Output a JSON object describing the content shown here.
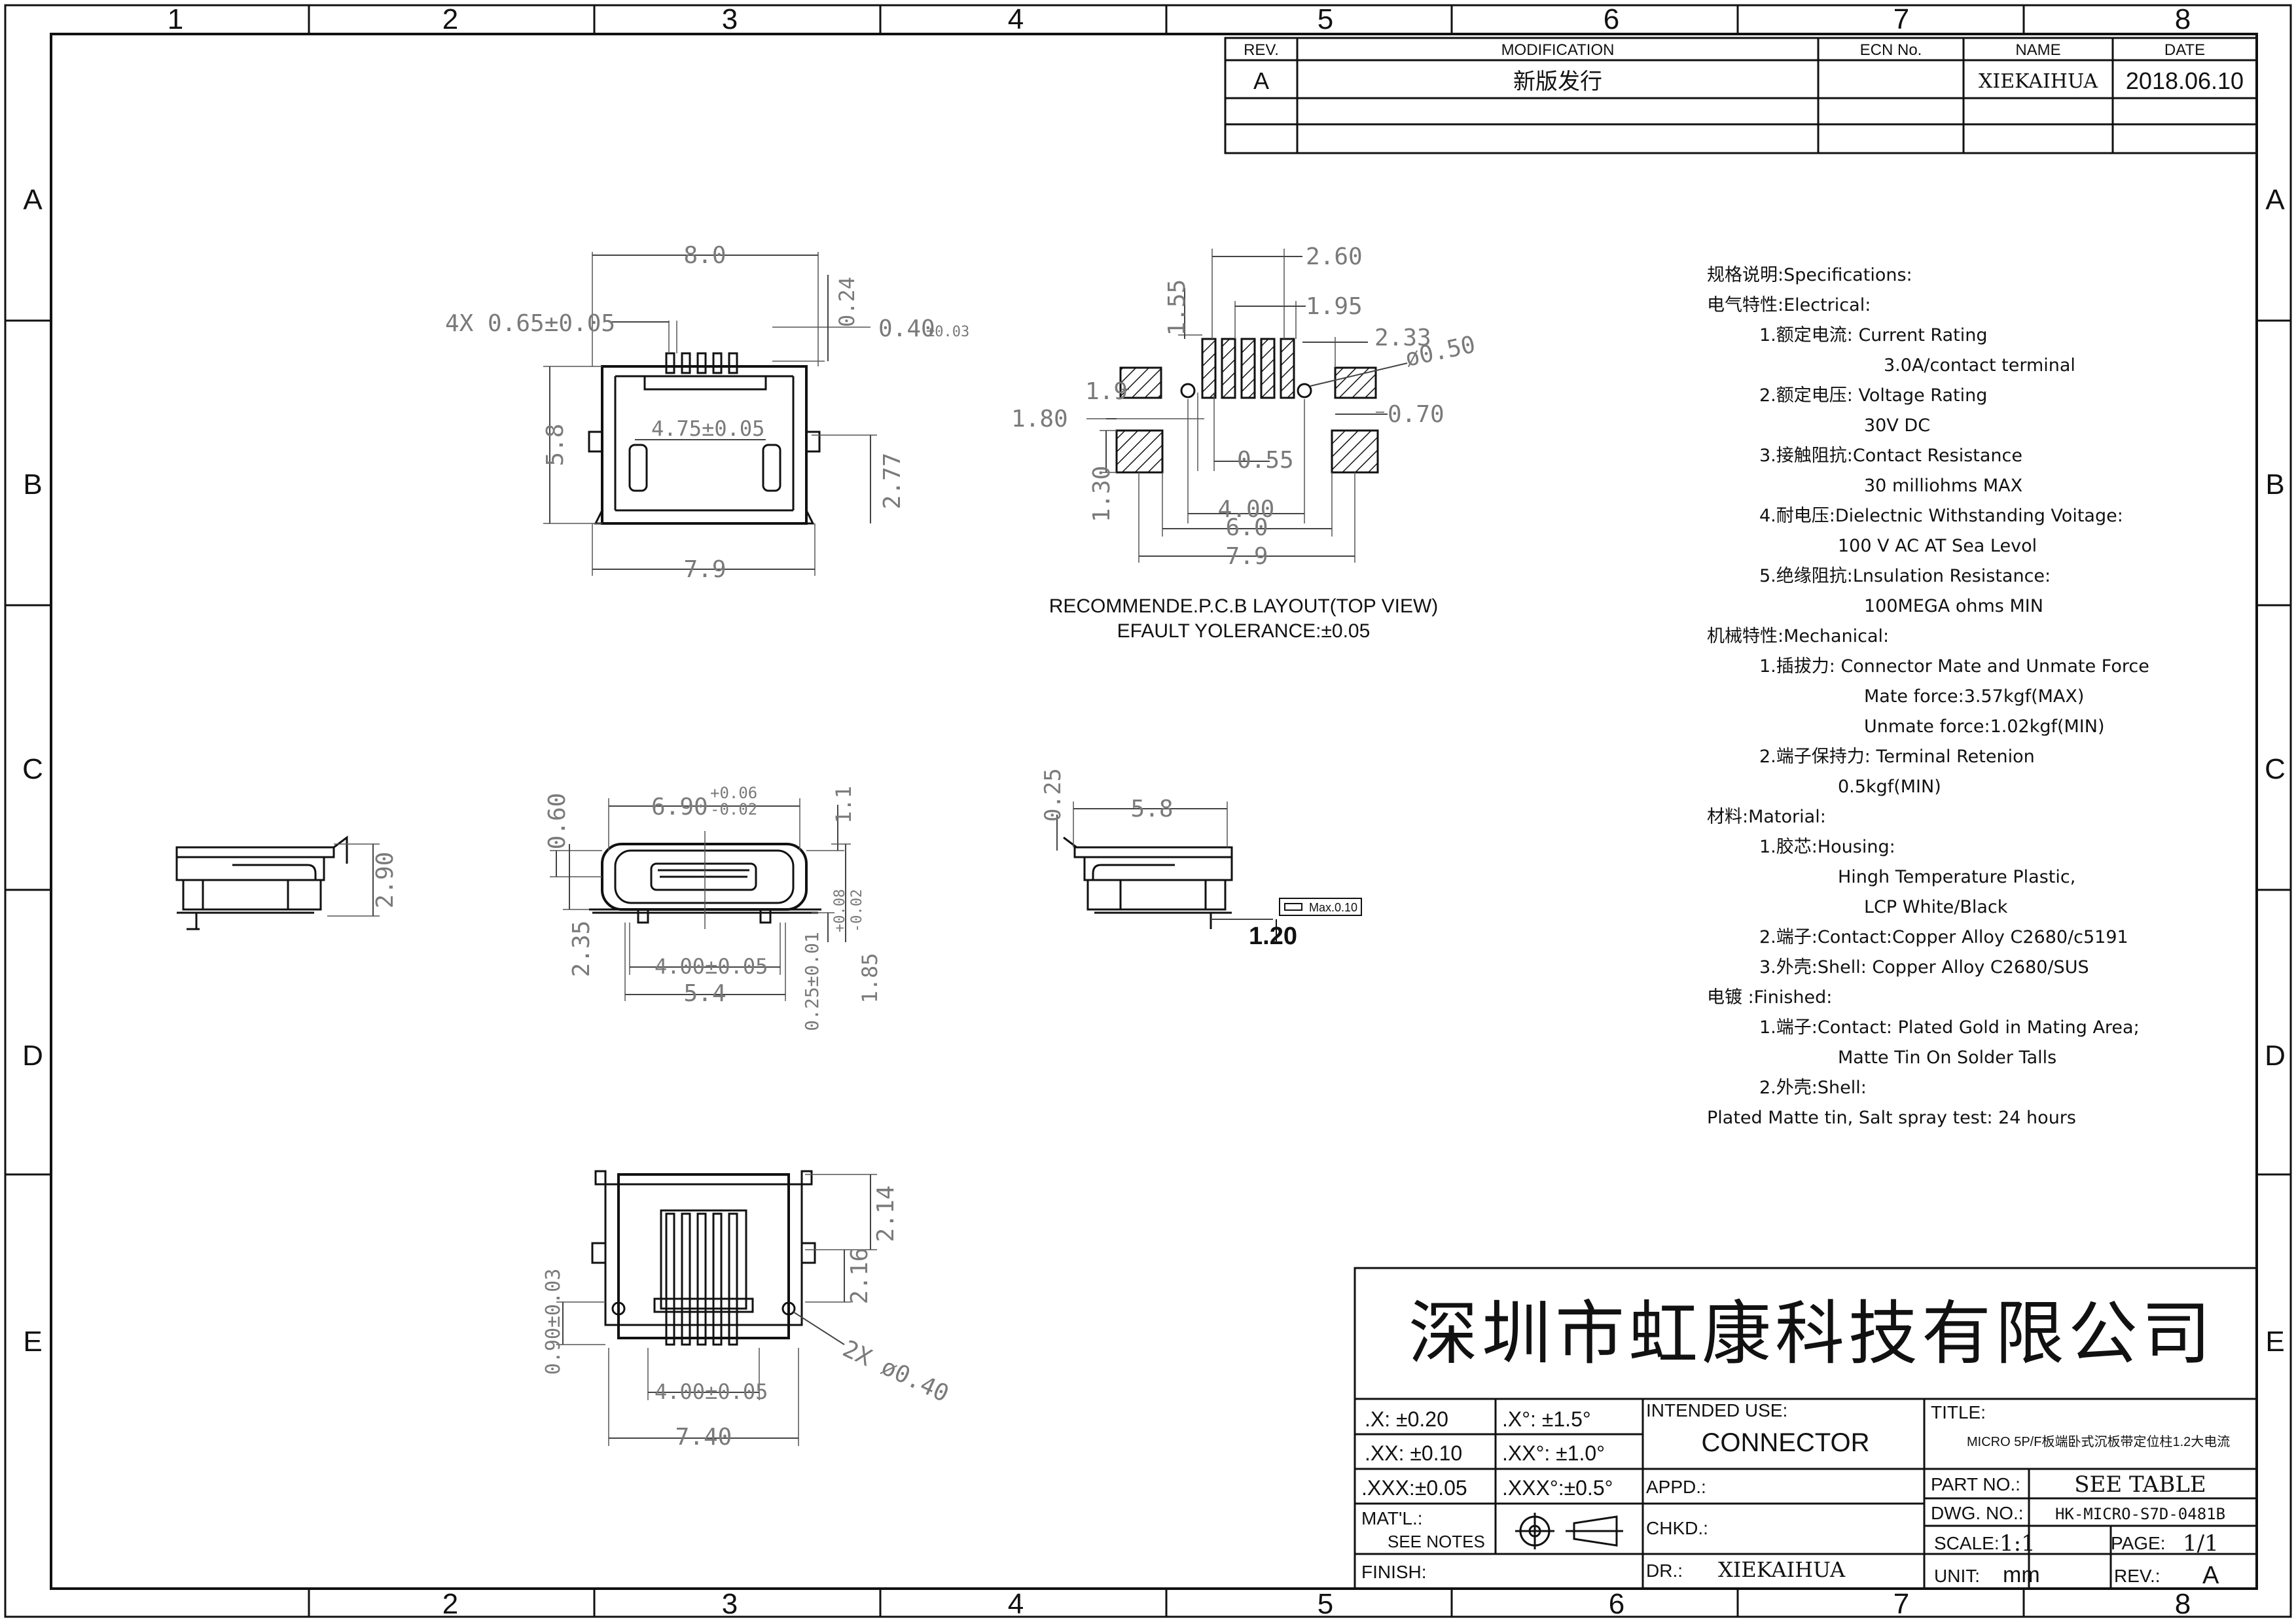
{
  "border": {
    "columns": [
      "1",
      "2",
      "3",
      "4",
      "5",
      "6",
      "7",
      "8"
    ],
    "rows": [
      "A",
      "B",
      "C",
      "D",
      "E"
    ]
  },
  "revision_table": {
    "headers": [
      "REV.",
      "MODIFICATION",
      "ECN No.",
      "NAME",
      "DATE"
    ],
    "rows": [
      {
        "rev": "A",
        "modification": "新版发行",
        "ecn": "",
        "name": "XIEKAIHUA",
        "date": "2018.06.10"
      }
    ]
  },
  "top_view": {
    "dims": {
      "width": "8.0",
      "pitch": "4X 0.65±0.05",
      "d024": "0.24",
      "d040": "0.40",
      "d040_tol": "±0.03",
      "d475": "4.75±0.05",
      "height": "5.8",
      "d277": "2.77",
      "bottom": "7.9"
    }
  },
  "pcb_layout": {
    "dims": {
      "d260": "2.60",
      "d155": "1.55",
      "d195": "1.95",
      "d233": "2.33",
      "hole": "ø0.50",
      "d19": "1.9",
      "d070": "0.70",
      "d180": "1.80",
      "d055": "0.55",
      "d130": "1.30",
      "d400": "4.00",
      "d60": "6.0",
      "d79": "7.9"
    },
    "title": "RECOMMENDE.P.C.B LAYOUT(TOP VIEW)",
    "tolerance": "EFAULT YOLERANCE:±0.05"
  },
  "side_view": {
    "dims": {
      "d290": "2.90"
    }
  },
  "front_view": {
    "dims": {
      "d690": "6.90",
      "tol_plus": "+0.06",
      "tol_minus": "-0.02",
      "d11": "1.1",
      "d060": "0.60",
      "d235": "2.35",
      "d400": "4.00±0.05",
      "d54": "5.4",
      "d025": "0.25±0.01",
      "d185": "1.85",
      "d185_plus": "+0.08",
      "d185_minus": "-0.02"
    }
  },
  "right_view": {
    "dims": {
      "d025": "0.25",
      "d58": "5.8",
      "max": "Max.0.10",
      "d120": "1.20"
    }
  },
  "bottom_view": {
    "dims": {
      "d214": "2.14",
      "d216": "2.16",
      "d090": "0.90±0.03",
      "d400": "4.00±0.05",
      "d740": "7.40",
      "hole": "2X ø0.40"
    }
  },
  "specs": [
    {
      "text": "规格说明:Specifications:",
      "indent": 0
    },
    {
      "text": "电气特性:Electrical:",
      "indent": 0
    },
    {
      "text": "1.额定电流: Current  Rating",
      "indent": 1
    },
    {
      "text": "3.0A/contact  terminal",
      "indent": 4
    },
    {
      "text": "2.额定电压: Voltage  Rating",
      "indent": 1
    },
    {
      "text": "30V  DC",
      "indent": 3
    },
    {
      "text": "3.接触阻抗:Contact  Resistance",
      "indent": 1
    },
    {
      "text": "30  milliohms  MAX",
      "indent": 3
    },
    {
      "text": "4.耐电压:Dielectnic  Withstanding  Voitage:",
      "indent": 1
    },
    {
      "text": "100  V  AC  AT  Sea  Levol",
      "indent": 2
    },
    {
      "text": "5.绝缘阻抗:Lnsulation  Resistance:",
      "indent": 1
    },
    {
      "text": "100MEGA  ohms  MIN",
      "indent": 3
    },
    {
      "text": "机械特性:Mechanical:",
      "indent": 0
    },
    {
      "text": "1.插拔力: Connector  Mate  and  Unmate  Force",
      "indent": 1
    },
    {
      "text": "Mate  force:3.57kgf(MAX)",
      "indent": 3
    },
    {
      "text": "Unmate  force:1.02kgf(MIN)",
      "indent": 3
    },
    {
      "text": "2.端子保持力: Terminal  Retenion",
      "indent": 1
    },
    {
      "text": "0.5kgf(MIN)",
      "indent": 2
    },
    {
      "text": "材料:Matorial:",
      "indent": 0
    },
    {
      "text": "1.胶芯:Housing:",
      "indent": 1
    },
    {
      "text": "Hingh  Temperature   Plastic,",
      "indent": 2
    },
    {
      "text": "LCP    White/Black",
      "indent": 3
    },
    {
      "text": "2.端子:Contact:Copper  Alloy  C2680/c5191",
      "indent": 1
    },
    {
      "text": "3.外壳:Shell:  Copper  Alloy  C2680/SUS",
      "indent": 1
    },
    {
      "text": "电镀 :Finished:",
      "indent": 0
    },
    {
      "text": "1.端子:Contact:  Plated  Gold  in  Mating  Area;",
      "indent": 1
    },
    {
      "text": "Matte  Tin  On  Solder  Talls",
      "indent": 2
    },
    {
      "text": "2.外壳:Shell:",
      "indent": 1
    },
    {
      "text": "Plated  Matte  tin,  Salt  spray  test:   24  hours",
      "indent": 0
    }
  ],
  "title_block": {
    "company": "深圳市虹康科技有限公司",
    "tol_x": ".X:   ±0.20",
    "tol_xx": ".XX:  ±0.10",
    "tol_xxx": ".XXX:±0.05",
    "ang_x": ".X°:   ±1.5°",
    "ang_xx": ".XX°:  ±1.0°",
    "ang_xxx": ".XXX°:±0.5°",
    "mat_label": "MAT'L.:",
    "mat_value": "SEE  NOTES",
    "finish_label": "FINISH:",
    "intended_label": "INTENDED  USE:",
    "intended_value": "CONNECTOR",
    "appd_label": "APPD.:",
    "chkd_label": "CHKD.:",
    "dr_label": "DR.:",
    "dr_value": "XIEKAIHUA",
    "title_label": "TITLE:",
    "title_value": "MICRO  5P/F板端卧式沉板带定位柱1.2大电流",
    "part_label": "PART  NO.:",
    "part_value": "SEE  TABLE",
    "dwg_label": "DWG.  NO.:",
    "dwg_value": "HK-MICRO-S7D-0481B",
    "scale_label": "SCALE:",
    "scale_value": "1:1",
    "page_label": "PAGE:",
    "page_value": "1/1",
    "unit_label": "UNIT:",
    "unit_value": "mm",
    "rev_label": "REV.:",
    "rev_value": "A"
  }
}
